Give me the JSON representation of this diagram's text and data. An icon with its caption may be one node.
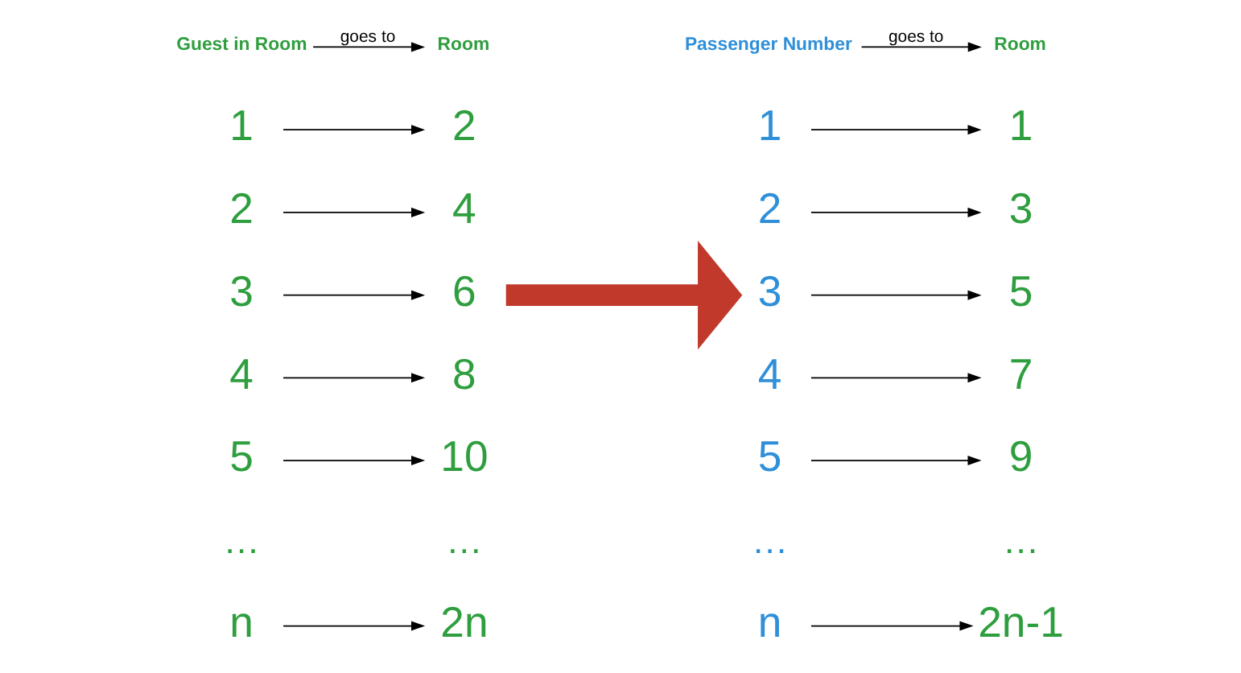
{
  "diagram": {
    "nodes": [
      {
        "text": [
          "Guest in Room"
        ]
      },
      {
        "text": [
          "Room"
        ]
      },
      {
        "text": [
          "Passenger Number"
        ]
      },
      {
        "text": [
          "Room"
        ]
      },
      {
        "text": [
          "1"
        ]
      },
      {
        "text": [
          "2"
        ]
      },
      {
        "text": [
          "2"
        ]
      },
      {
        "text": [
          "4"
        ]
      },
      {
        "text": [
          "3"
        ]
      },
      {
        "text": [
          "6"
        ]
      },
      {
        "text": [
          "4"
        ]
      },
      {
        "text": [
          "8"
        ]
      },
      {
        "text": [
          "5"
        ]
      },
      {
        "text": [
          "10"
        ]
      },
      {
        "text": [
          "n"
        ]
      },
      {
        "text": [
          "2n"
        ]
      },
      {
        "text": [
          "1"
        ]
      },
      {
        "text": [
          "1"
        ]
      },
      {
        "text": [
          "2"
        ]
      },
      {
        "text": [
          "3"
        ]
      },
      {
        "text": [
          "3"
        ]
      },
      {
        "text": [
          "5"
        ]
      },
      {
        "text": [
          "4"
        ]
      },
      {
        "text": [
          "7"
        ]
      },
      {
        "text": [
          "5"
        ]
      },
      {
        "text": [
          "9"
        ]
      },
      {
        "text": [
          "n"
        ]
      },
      {
        "text": [
          "2n-1"
        ]
      }
    ],
    "edges": [
      {
        "from": 0,
        "to": 1,
        "arrow": "to",
        "label": "goes to"
      },
      {
        "from": 4,
        "to": 5,
        "arrow": "to"
      },
      {
        "from": 6,
        "to": 7,
        "arrow": "to"
      },
      {
        "from": 8,
        "to": 9,
        "arrow": "to"
      },
      {
        "from": 10,
        "to": 11,
        "arrow": "to"
      },
      {
        "from": 12,
        "to": 13,
        "arrow": "to"
      },
      {
        "from": 14,
        "to": 15,
        "arrow": "to"
      },
      {
        "from": 2,
        "to": 3,
        "arrow": "to",
        "label": "goes to"
      },
      {
        "from": 16,
        "to": 17,
        "arrow": "to"
      },
      {
        "from": 18,
        "to": 19,
        "arrow": "to"
      },
      {
        "from": 20,
        "to": 21,
        "arrow": "to"
      },
      {
        "from": 22,
        "to": 23,
        "arrow": "to"
      },
      {
        "from": 24,
        "to": 25,
        "arrow": "to"
      },
      {
        "from": 26,
        "to": 27,
        "arrow": "to"
      },
      {
        "from": 9,
        "to": 20,
        "arrow": "to",
        "style": "thick",
        "color": "#c0392b"
      }
    ],
    "labels": [
      "…",
      "…",
      "…",
      "…"
    ]
  }
}
